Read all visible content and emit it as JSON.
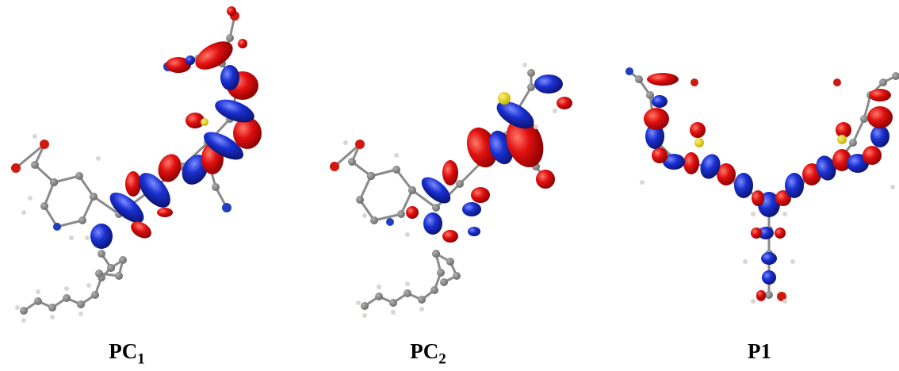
{
  "figure": {
    "panels": [
      {
        "id": "pc1",
        "label_main": "PC",
        "label_sub": "1"
      },
      {
        "id": "pc2",
        "label_main": "PC",
        "label_sub": "2"
      },
      {
        "id": "p1",
        "label_main": "P1",
        "label_sub": ""
      }
    ]
  },
  "colors": {
    "lobe_positive": "#e01010",
    "lobe_negative": "#1a2fd0",
    "carbon": "#6e6e6e",
    "nitrogen": "#2040c0",
    "oxygen": "#d01a10",
    "sulfur": "#c8b400",
    "hydrogen": "#d8d8d0",
    "bond": "#8a8a8a"
  }
}
